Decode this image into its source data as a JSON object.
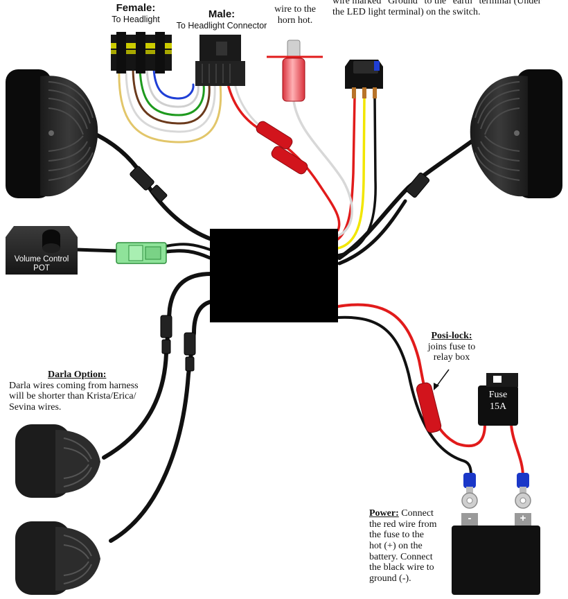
{
  "top_right_note": {
    "line1": "wire  marked “Ground”  to the “earth” terminal (Under",
    "line2": "the LED light terminal) on the switch."
  },
  "horn_note": {
    "line1": "wire to the",
    "line2": "horn hot."
  },
  "female_connector": {
    "title": "Female:",
    "subtitle": "To Headlight"
  },
  "male_connector": {
    "title": "Male:",
    "subtitle": "To Headlight Connector"
  },
  "pot": {
    "line1": "Volume Control",
    "line2": "POT"
  },
  "darla": {
    "title": "Darla Option:",
    "line1": "Darla wires coming from harness",
    "line2": "will be shorter than Krista/Erica/",
    "line3": "Sevina wires."
  },
  "posilock": {
    "title": "Posi-lock:",
    "line1": "joins fuse to",
    "line2": "relay box"
  },
  "fuse": {
    "line1": "Fuse",
    "line2": "15A"
  },
  "battery": {
    "minus": "-",
    "plus": "+"
  },
  "power": {
    "title": "Power:",
    "l1": "Connect",
    "l2": "the red wire from",
    "l3": "the  fuse  to  the",
    "l4": "hot  (+)  on  the",
    "l5": "battery.  Connect",
    "l6": "the black wire to",
    "l7": "ground (-)."
  },
  "colors": {
    "wire_black": "#111111",
    "wire_red": "#e11b1b",
    "wire_yellow": "#f2e600",
    "wire_white": "#d8d8d8",
    "wire_brown": "#6b3a1c",
    "wire_green": "#1e9a1e",
    "wire_blue": "#1f3fd6",
    "wire_tan": "#e2c66a",
    "connector_green": "#8fe39a",
    "posilock_red": "#d2141c",
    "terminal_blue": "#1a37c8"
  }
}
